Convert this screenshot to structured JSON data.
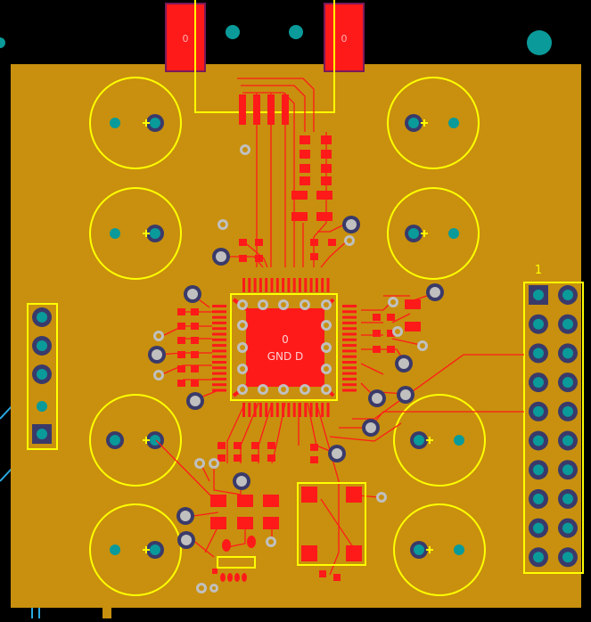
{
  "colors": {
    "background": "#000000",
    "board": "#c8900e",
    "copper": "#ff1a1a",
    "silkscreen": "#ffff00",
    "via_ring": "#c0c0c0",
    "hole": "#008080",
    "through_hole_pad": "#3a3a7a",
    "outline": "#00bfff"
  },
  "labels": {
    "usb_pad_left": "0",
    "usb_pad_right": "0",
    "chip_pad_net": "0",
    "chip_pad_name": "GND D",
    "header_pin1": "1"
  }
}
